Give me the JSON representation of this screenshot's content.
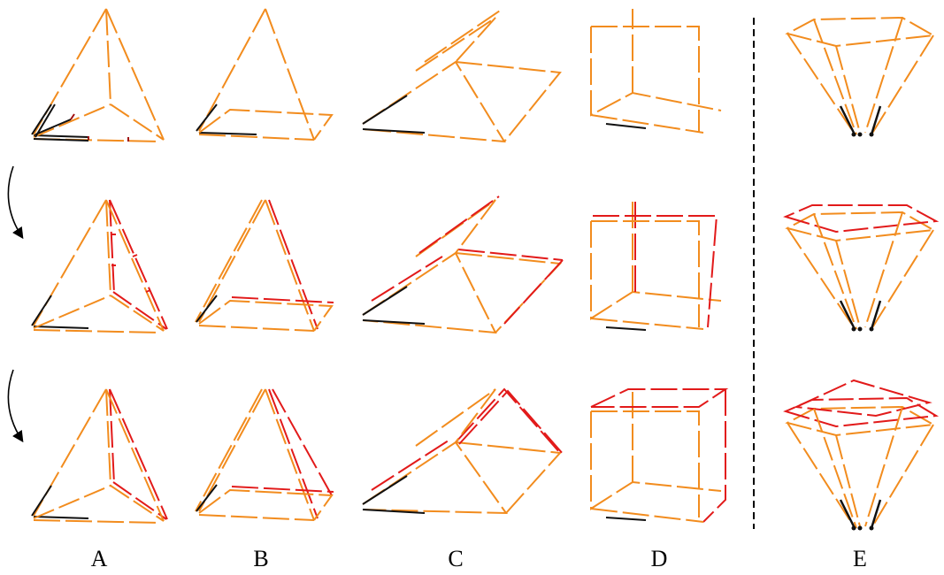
{
  "figure": {
    "labels": {
      "a": "A",
      "b": "B",
      "c": "C",
      "d": "D",
      "e": "E"
    }
  },
  "colors": {
    "orange": "#f28c1e",
    "red": "#e21a1a",
    "black": "#111111",
    "dark_red": "#a01010",
    "divider": "#000000"
  }
}
